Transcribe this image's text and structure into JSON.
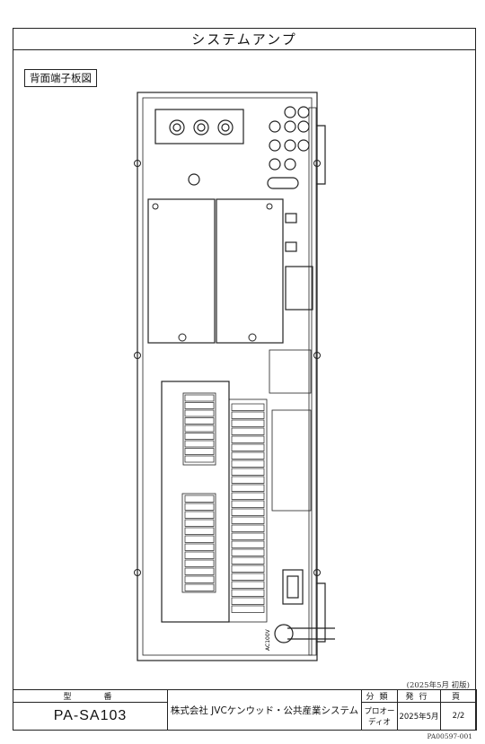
{
  "header": {
    "title": "システムアンプ"
  },
  "section": {
    "label": "背面端子板図"
  },
  "edition": "(2025年5月 初版)",
  "footer": {
    "model_label": "型　　番",
    "model": "PA-SA103",
    "company": "株式会社 JVCケンウッド・公共産業システム",
    "category_label": "分類",
    "category": "プロオーディオ",
    "issue_label": "発行",
    "issue_date": "2025年5月",
    "page_label": "頁",
    "page": "2/2"
  },
  "doc_id": "PA00597-001",
  "panel": {
    "ac_label": "AC100V"
  }
}
